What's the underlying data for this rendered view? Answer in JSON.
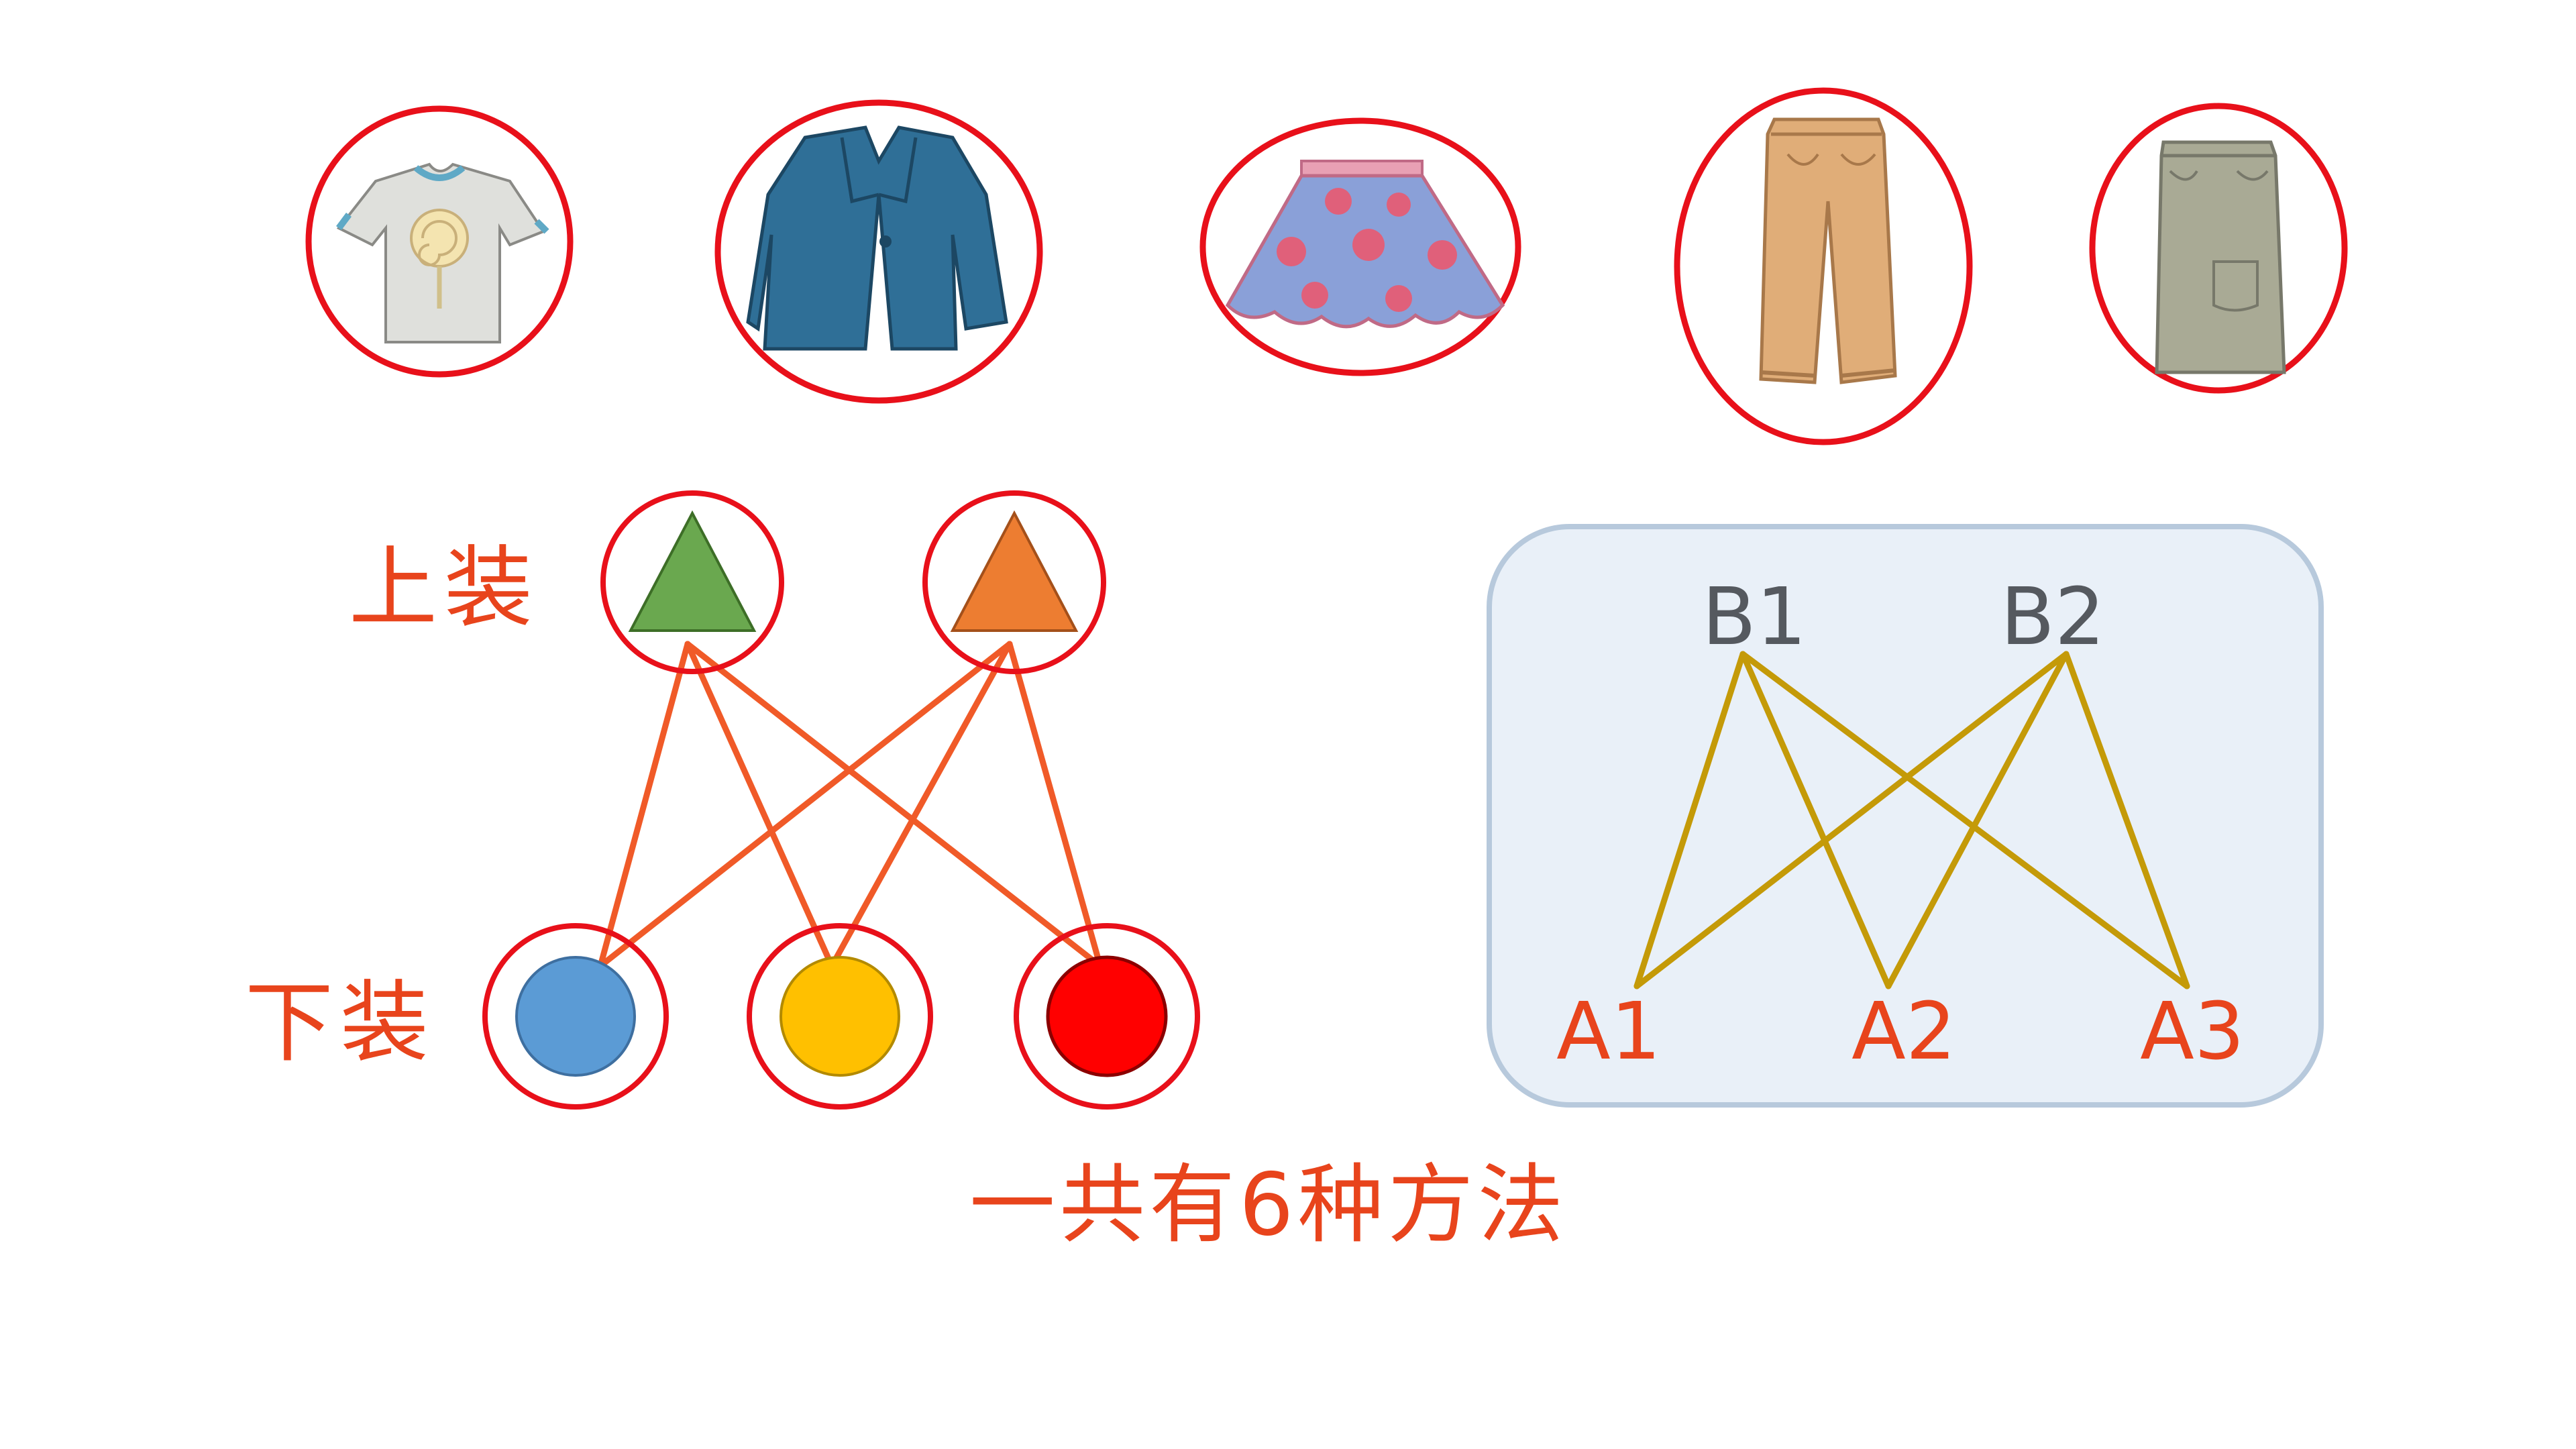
{
  "clothing": [
    {
      "icon": "tshirt-icon"
    },
    {
      "icon": "blazer-icon"
    },
    {
      "icon": "polka-dot-skirt-icon"
    },
    {
      "icon": "trousers-icon"
    },
    {
      "icon": "pencil-skirt-icon"
    }
  ],
  "diagram": {
    "top_label": "上装",
    "bottom_label": "下装",
    "tops": [
      {
        "shape": "triangle",
        "color": "#6aa84f"
      },
      {
        "shape": "triangle",
        "color": "#ed7d31"
      }
    ],
    "bottoms": [
      {
        "shape": "circle",
        "color": "#5b9bd5"
      },
      {
        "shape": "circle",
        "color": "#ffc000"
      },
      {
        "shape": "circle",
        "color": "#ff0000"
      }
    ],
    "line_color": "#f05a28",
    "ring_color": "#e8101a"
  },
  "abstract_box": {
    "b_nodes": [
      "B1",
      "B2"
    ],
    "a_nodes": [
      "A1",
      "A2",
      "A3"
    ],
    "line_color": "#c49a08",
    "box_fill": "#e9f0f8",
    "box_border": "#b7c9dc"
  },
  "conclusion": "一共有6种方法"
}
